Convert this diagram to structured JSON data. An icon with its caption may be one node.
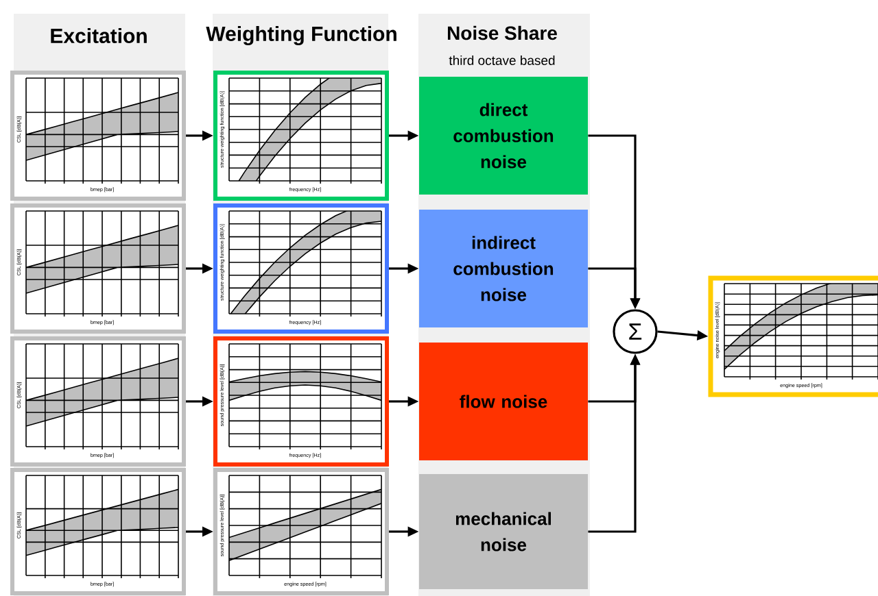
{
  "diagram": {
    "nodes": [
      {
        "text": [
          "CSL [dB(A)]",
          "bmep [bar]"
        ]
      },
      {
        "text": [
          "CSL [dB(A)]",
          "bmep [bar]"
        ]
      },
      {
        "text": [
          "CSL [dB(A)]",
          "bmep [bar]"
        ]
      },
      {
        "text": [
          "CSL [dB(A)]",
          "bmep [bar]"
        ]
      },
      {
        "text": [
          "structure weighting function [dB(A)]",
          "frequency [Hz]"
        ]
      },
      {
        "text": [
          "structure weighting function [dB(A)]",
          "frequency [Hz]"
        ]
      },
      {
        "text": [
          "sound pressure level [dB(A)]",
          "frequency [Hz]"
        ]
      },
      {
        "text": [
          "sound pressure level [dB(A)]",
          "engine speed [rpm]"
        ]
      },
      {
        "text": [
          "direct combustion noise"
        ]
      },
      {
        "text": [
          "indirect combustion noise"
        ]
      },
      {
        "text": [
          "flow noise"
        ]
      },
      {
        "text": [
          "mechanical noise"
        ]
      },
      {
        "text": [
          "Σ"
        ]
      },
      {
        "text": [
          "engine noise level [dB(A)]",
          "engine speed [rpm]"
        ]
      }
    ],
    "edges": [
      {
        "from": 0,
        "to": 4,
        "arrow": "to"
      },
      {
        "from": 1,
        "to": 5,
        "arrow": "to"
      },
      {
        "from": 2,
        "to": 6,
        "arrow": "to"
      },
      {
        "from": 3,
        "to": 7,
        "arrow": "to"
      },
      {
        "from": 4,
        "to": 8,
        "arrow": "to"
      },
      {
        "from": 5,
        "to": 9,
        "arrow": "to"
      },
      {
        "from": 6,
        "to": 10,
        "arrow": "to"
      },
      {
        "from": 7,
        "to": 11,
        "arrow": "to"
      },
      {
        "from": 8,
        "to": 12,
        "arrow": "to"
      },
      {
        "from": 9,
        "to": 12,
        "arrow": "to"
      },
      {
        "from": 10,
        "to": 12,
        "arrow": "to"
      },
      {
        "from": 11,
        "to": 12,
        "arrow": "to"
      },
      {
        "from": 12,
        "to": 13,
        "arrow": "to"
      }
    ],
    "labels": [
      "Excitation",
      "Weighting Function",
      "Noise Share",
      "third octave based"
    ]
  }
}
